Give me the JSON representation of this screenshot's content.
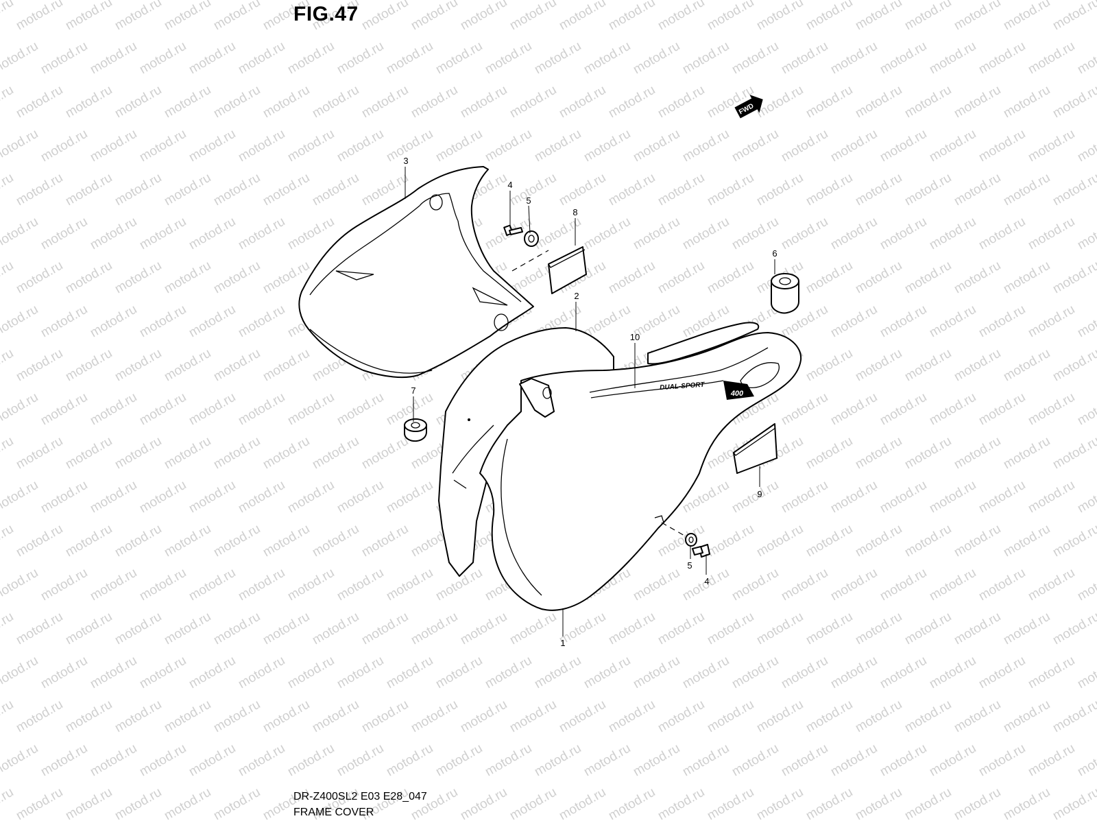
{
  "figure": {
    "title": "FIG.47",
    "model_code": "DR-Z400SL2 E03 E28_047",
    "section_name": "FRAME COVER"
  },
  "watermark": {
    "text": "motod.ru"
  },
  "direction_marker": {
    "label": "FWD"
  },
  "callouts": {
    "c1": "1",
    "c2": "2",
    "c3": "3",
    "c4a": "4",
    "c4b": "4",
    "c5a": "5",
    "c5b": "5",
    "c6": "6",
    "c7": "7",
    "c8": "8",
    "c9": "9",
    "c10": "10"
  },
  "decal": {
    "script_text": "DUAL-SPORT",
    "model_text": "400"
  }
}
